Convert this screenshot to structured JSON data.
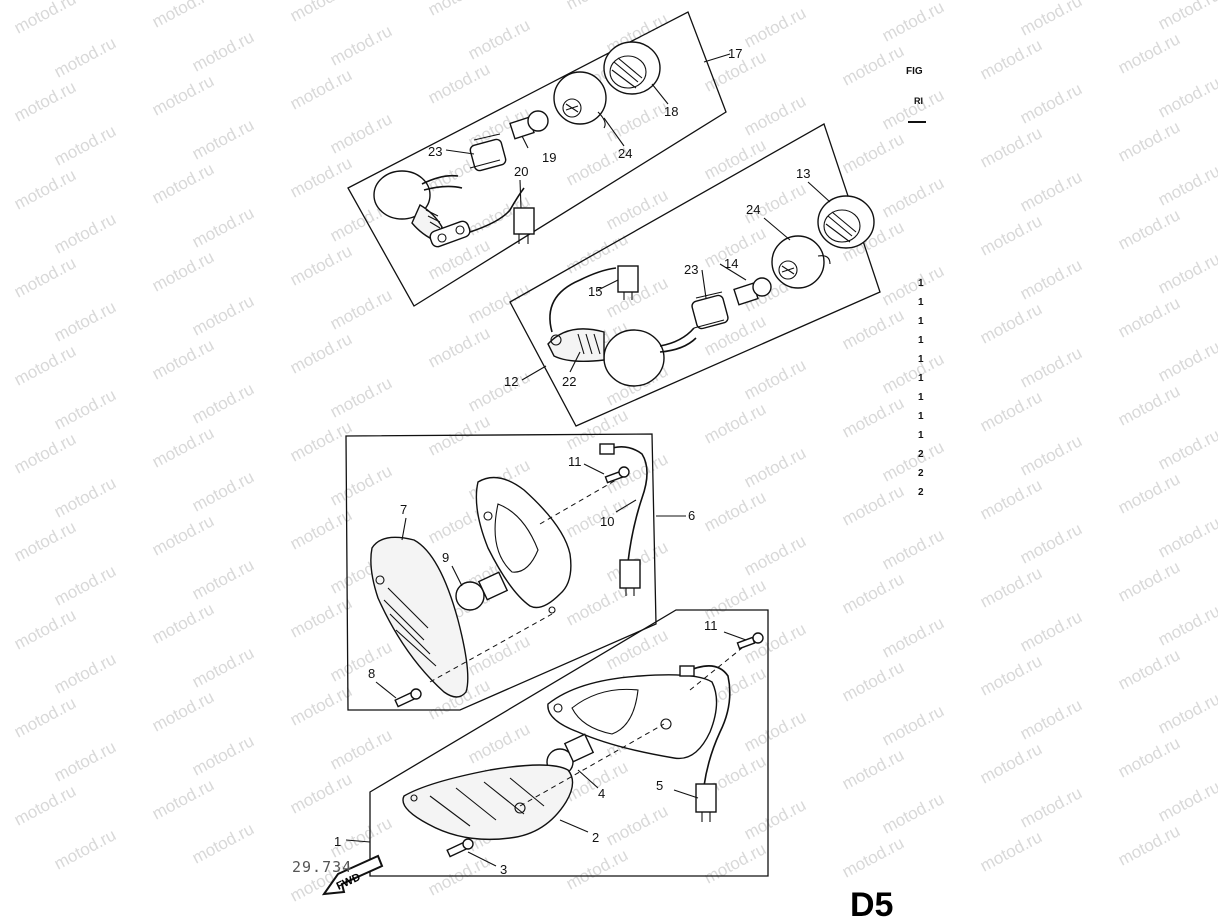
{
  "watermark": "motod.ru",
  "sidebar": {
    "fig_label": "FIG",
    "r_label": "RI",
    "index_digits": [
      "1",
      "1",
      "1",
      "1",
      "1",
      "1",
      "1",
      "1",
      "1",
      "2",
      "2",
      "2"
    ]
  },
  "page_code": "D5",
  "fwd_label": "FWD",
  "ref_code": "29.734",
  "callouts": {
    "c1": "1",
    "c2": "2",
    "c3": "3",
    "c4": "4",
    "c5": "5",
    "c6": "6",
    "c7": "7",
    "c8": "8",
    "c9": "9",
    "c10": "10",
    "c11a": "11",
    "c11b": "11",
    "c12": "12",
    "c13": "13",
    "c14": "14",
    "c15": "15",
    "c17": "17",
    "c18": "18",
    "c19": "19",
    "c20": "20",
    "c22": "22",
    "c23a": "23",
    "c23b": "23",
    "c24a": "24",
    "c24b": "24"
  },
  "colors": {
    "ink": "#111111",
    "paper": "#ffffff",
    "watermark": "#b9b9b9"
  }
}
